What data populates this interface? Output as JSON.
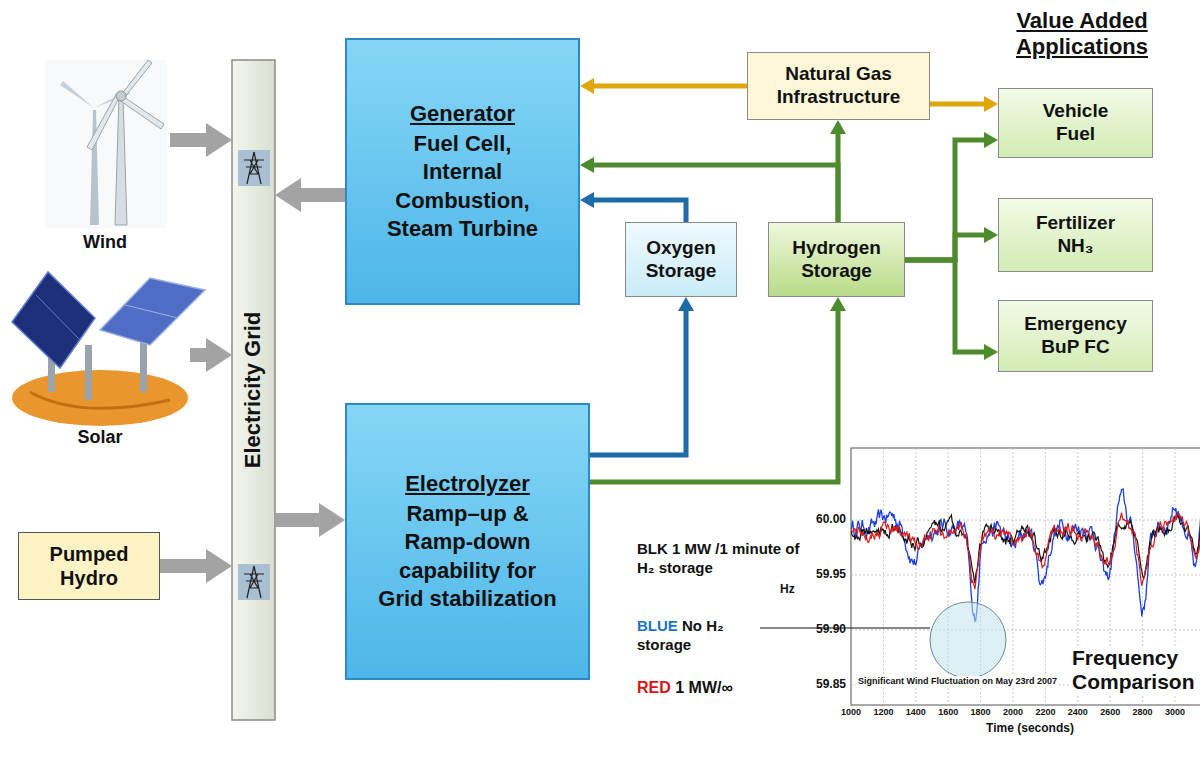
{
  "diagram": {
    "nodes": [
      {
        "text": [
          "Wind"
        ]
      },
      {
        "text": [
          "Solar"
        ]
      },
      {
        "text": [
          "Pumped Hydro"
        ]
      },
      {
        "text": [
          "Electricity Grid"
        ]
      },
      {
        "text": [
          "Generator",
          "Fuel Cell, Internal Combustion, Steam Turbine"
        ]
      },
      {
        "text": [
          "Electrolyzer",
          "Ramp–up & Ramp-down capability for Grid stabilization"
        ]
      },
      {
        "text": [
          "Natural Gas Infrastructure"
        ]
      },
      {
        "text": [
          "Oxygen Storage"
        ]
      },
      {
        "text": [
          "Hydrogen Storage"
        ]
      },
      {
        "text": [
          "Vehicle Fuel"
        ]
      },
      {
        "text": [
          "Fertilizer NH₃"
        ]
      },
      {
        "text": [
          "Emergency BuP FC"
        ]
      }
    ],
    "edges": [
      {
        "from": 0,
        "to": 3,
        "arrow": "to"
      },
      {
        "from": 1,
        "to": 3,
        "arrow": "to"
      },
      {
        "from": 2,
        "to": 3,
        "arrow": "to"
      },
      {
        "from": 4,
        "to": 3,
        "arrow": "to"
      },
      {
        "from": 3,
        "to": 5,
        "arrow": "to"
      },
      {
        "from": 5,
        "to": 7,
        "arrow": "to"
      },
      {
        "from": 5,
        "to": 8,
        "arrow": "to"
      },
      {
        "from": 7,
        "to": 4,
        "arrow": "to"
      },
      {
        "from": 8,
        "to": 4,
        "arrow": "to"
      },
      {
        "from": 8,
        "to": 6,
        "arrow": "to"
      },
      {
        "from": 6,
        "to": 4,
        "arrow": "to"
      },
      {
        "from": 6,
        "to": 9,
        "arrow": "to"
      },
      {
        "from": 8,
        "to": 9,
        "arrow": "to"
      },
      {
        "from": 8,
        "to": 10,
        "arrow": "to"
      },
      {
        "from": 8,
        "to": 11,
        "arrow": "to"
      }
    ],
    "labels": [
      "Value Added Applications",
      "60.00",
      "Hz",
      "59.95",
      "59.90",
      "59.85",
      "1000",
      "1200",
      "1400",
      "1600",
      "1800",
      "2000",
      "2200",
      "2400",
      "2600",
      "2800",
      "3000",
      "Time (seconds)",
      "BLK",
      "1 MW /1 minute of H₂ storage",
      "BLUE",
      "No H₂ storage",
      "RED",
      "1 MW/∞",
      "Significant Wind Fluctuation on May 23rd 2007",
      "Frequency Comparison"
    ]
  }
}
